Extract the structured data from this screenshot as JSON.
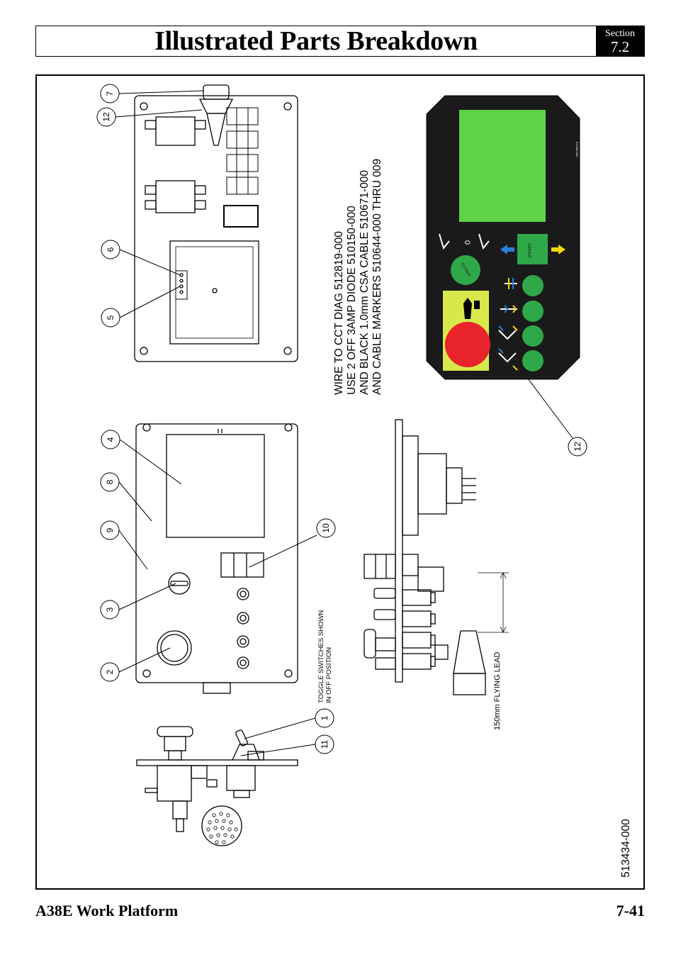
{
  "header": {
    "title": "Illustrated Parts Breakdown",
    "section_label": "Section",
    "section_number": "7.2"
  },
  "footer": {
    "left": "A38E Work Platform",
    "right": "7-41"
  },
  "drawing": {
    "part_number": "513434-000",
    "wiring_note": [
      "WIRE TO CCT DIAG 512819-000",
      "USE 2 OFF 3AMP DIODE 510150-000",
      "AND BLACK 1.0mm CSA CABLE 510671-000",
      "AND CABLE MARKERS 510644-000 THRU 009"
    ],
    "toggle_note": [
      "TOGGLE SWITCHES SHOWN",
      "IN OFF POSITION"
    ],
    "lead_note": "150mm FLYING LEAD",
    "callouts": [
      "7",
      "12",
      "6",
      "5",
      "4",
      "8",
      "9",
      "3",
      "2",
      "10",
      "1",
      "11",
      "12"
    ],
    "decal": {
      "cutout_label": "CUTOUT",
      "selector_label": "0",
      "small_code": "512495-000"
    },
    "colors": {
      "decal_black": "#1a1a1a",
      "screen_green": "#5fd24a",
      "button_green": "#2fa84a",
      "estop_red": "#e8232a",
      "estop_yellow": "#d8e84a",
      "arrow_blue": "#2b7fd8",
      "arrow_yellow": "#f2d800"
    }
  }
}
